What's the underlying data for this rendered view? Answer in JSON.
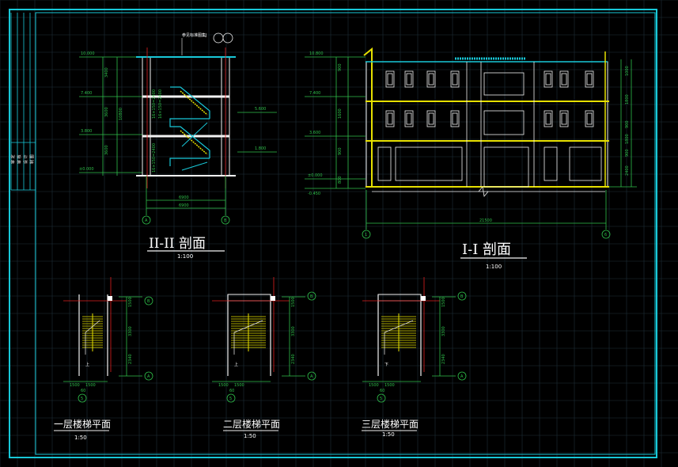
{
  "sheet": {
    "frame_color": "#18c8d8",
    "grid_color": "#1f2f3a",
    "side_strip_labels": [
      "审 定",
      "审 核",
      "设 计",
      "制 图"
    ]
  },
  "section_2": {
    "title": "II-II 剖面",
    "scale": "1:100",
    "note": "参见标准图集J",
    "elevations": [
      "10.000",
      "7.400",
      "3.800",
      "±0.000"
    ],
    "right_elevations": [
      "5.600",
      "1.800"
    ],
    "dims_left": [
      "3400",
      "3600",
      "3600"
    ],
    "dims_total": "10800",
    "stair_notes": [
      "16×150=2400",
      "16×150=2400",
      "16×150=2400"
    ],
    "bottom_dims": [
      "6900",
      "6900"
    ],
    "axes": [
      "A",
      "B"
    ]
  },
  "section_1": {
    "title": "I-I 剖面",
    "scale": "1:100",
    "elevations_left": [
      "10.800",
      "7.400",
      "3.600",
      "±0.000",
      "-0.450"
    ],
    "dims_left": [
      "900",
      "1600",
      "900",
      "800"
    ],
    "dims_right": [
      "1000",
      "1800",
      "900",
      "1800",
      "900",
      "2400"
    ],
    "total_width": "21500",
    "axes": [
      "1",
      "6"
    ]
  },
  "plans": [
    {
      "title": "一层楼梯平面",
      "scale": "1:50",
      "dims_side": [
        "1500",
        "3300",
        "2340"
      ],
      "dims_bottom": [
        "1500",
        "1500"
      ],
      "dim_below": "60",
      "axes": [
        "B",
        "A",
        "5"
      ],
      "arrow": "上"
    },
    {
      "title": "二层楼梯平面",
      "scale": "1:50",
      "dims_side": [
        "1500",
        "3300",
        "2340"
      ],
      "dims_bottom": [
        "1500",
        "1500"
      ],
      "dim_below": "60",
      "axes": [
        "B",
        "A",
        "5"
      ],
      "arrow": "上"
    },
    {
      "title": "三层楼梯平面",
      "scale": "1:50",
      "dims_side": [
        "1500",
        "3300",
        "2340"
      ],
      "dims_bottom": [
        "1500",
        "1500"
      ],
      "dim_below": "60",
      "axes": [
        "B",
        "A",
        "5"
      ],
      "arrow": "下"
    }
  ]
}
